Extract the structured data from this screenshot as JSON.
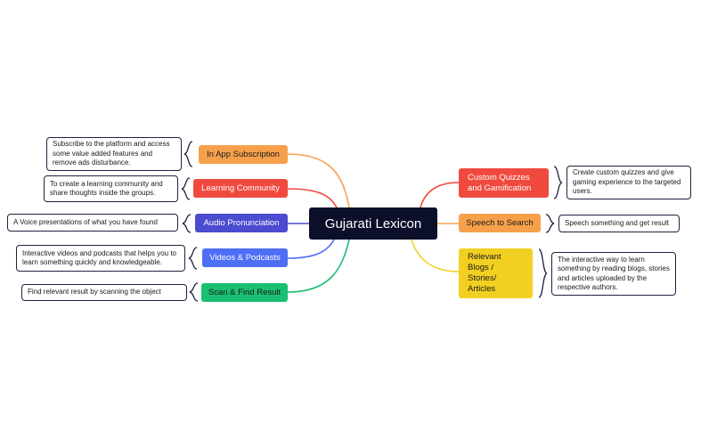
{
  "central": {
    "title": "Gujarati Lexicon",
    "color": "#0c0f2a"
  },
  "left_branches": [
    {
      "label": "In App Subscription",
      "color": "#f7a04c",
      "text_color": "#1a1a1a",
      "note": "Subscribe to the platform and access some value added features and remove ads disturbance."
    },
    {
      "label": "Learning Community",
      "color": "#f04a3e",
      "text_color": "#ffffff",
      "note": "To create a learning community and share thoughts inside the groups."
    },
    {
      "label": "Audio Pronunciation",
      "color": "#4b4ccf",
      "text_color": "#ffffff",
      "note": "A Voice presentations of what you have found"
    },
    {
      "label": "Videos & Podcasts",
      "color": "#4d6ef5",
      "text_color": "#ffffff",
      "note": "Interactive videos and podcasts that helps you to learn something quickly and knowledgeable."
    },
    {
      "label": "Scan & Find Result",
      "color": "#1bbf72",
      "text_color": "#1a1a1a",
      "note": "Find relevant result by scanning the object"
    }
  ],
  "right_branches": [
    {
      "label": "Custom Quizzes and Gamification",
      "color": "#f04a3e",
      "text_color": "#ffffff",
      "note": "Create custom quizzes and give gaming experience to the targeted users."
    },
    {
      "label": "Speech to Search",
      "color": "#f7a04c",
      "text_color": "#1a1a1a",
      "note": "Speech something and get result"
    },
    {
      "label": "Relevant Blogs / Stories/ Articles",
      "color": "#f2d022",
      "text_color": "#1a1a1a",
      "note": "The interactive way to learn something by reading blogs, stories and articles uploaded by the respective authors."
    }
  ]
}
